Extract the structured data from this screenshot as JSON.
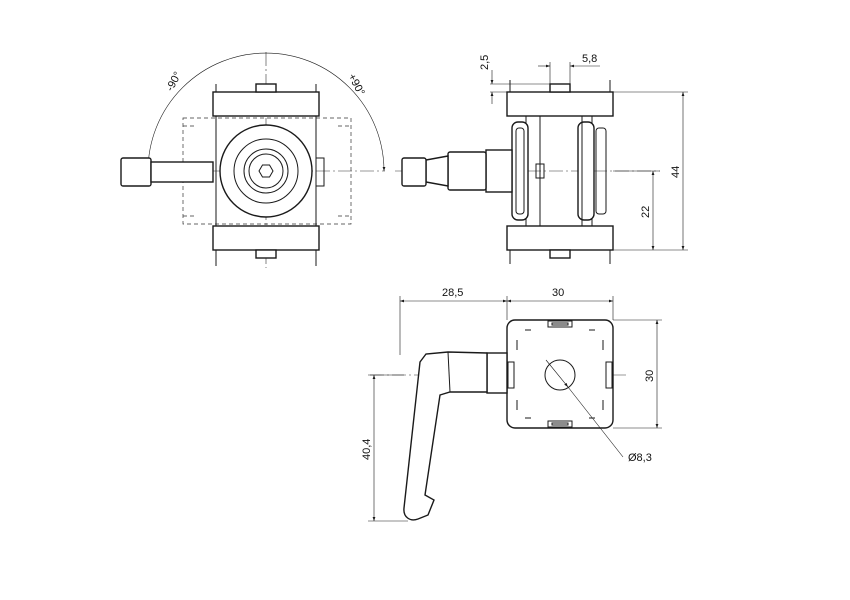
{
  "drawing": {
    "views": [
      "front-view",
      "side-view",
      "top-view"
    ],
    "front_view": {
      "angle_left": "-90°",
      "angle_right": "+90°"
    },
    "side_view": {
      "dim_tab_height": "2,5",
      "dim_tab_width": "5,8",
      "dim_total_height": "44",
      "dim_center_height": "22"
    },
    "top_view": {
      "dim_lever_reach": "28,5",
      "dim_body_width": "30",
      "dim_body_height": "30",
      "dim_lever_length": "40,4",
      "dim_bore": "Ø8,3"
    },
    "colors": {
      "line": "#1a1a1a",
      "background": "#ffffff"
    }
  }
}
